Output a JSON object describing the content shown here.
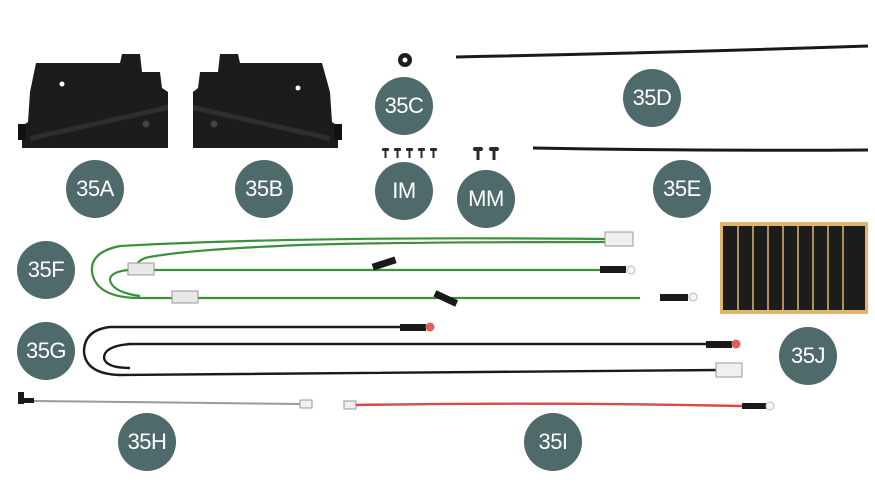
{
  "palette": {
    "badge": "#4f6a6a",
    "badge_text": "#ffffff",
    "panel": "#1c1c1c",
    "wire_green": "#3d8f3a",
    "wire_black": "#1a1a1a",
    "wire_gray": "#9a9a9a",
    "wire_red": "#d84a4a",
    "led_red": "#e06060",
    "strip_amber": "#e0b46a"
  },
  "parts": [
    {
      "id": "35A",
      "label": "35A",
      "depicts": "left-side-panel"
    },
    {
      "id": "35B",
      "label": "35B",
      "depicts": "right-side-panel"
    },
    {
      "id": "35C",
      "label": "35C",
      "depicts": "washer"
    },
    {
      "id": "IM",
      "label": "IM",
      "depicts": "small-screws"
    },
    {
      "id": "MM",
      "label": "MM",
      "depicts": "machine-screws"
    },
    {
      "id": "35D",
      "label": "35D",
      "depicts": "long-rod"
    },
    {
      "id": "35E",
      "label": "35E",
      "depicts": "short-rod"
    },
    {
      "id": "35F",
      "label": "35F",
      "depicts": "green-led-harness"
    },
    {
      "id": "35G",
      "label": "35G",
      "depicts": "black-led-harness"
    },
    {
      "id": "35H",
      "label": "35H",
      "depicts": "gray-cable-with-switch"
    },
    {
      "id": "35I",
      "label": "35I",
      "depicts": "red-led-cable"
    },
    {
      "id": "35J",
      "label": "35J",
      "depicts": "light-diffuser-strip"
    }
  ]
}
